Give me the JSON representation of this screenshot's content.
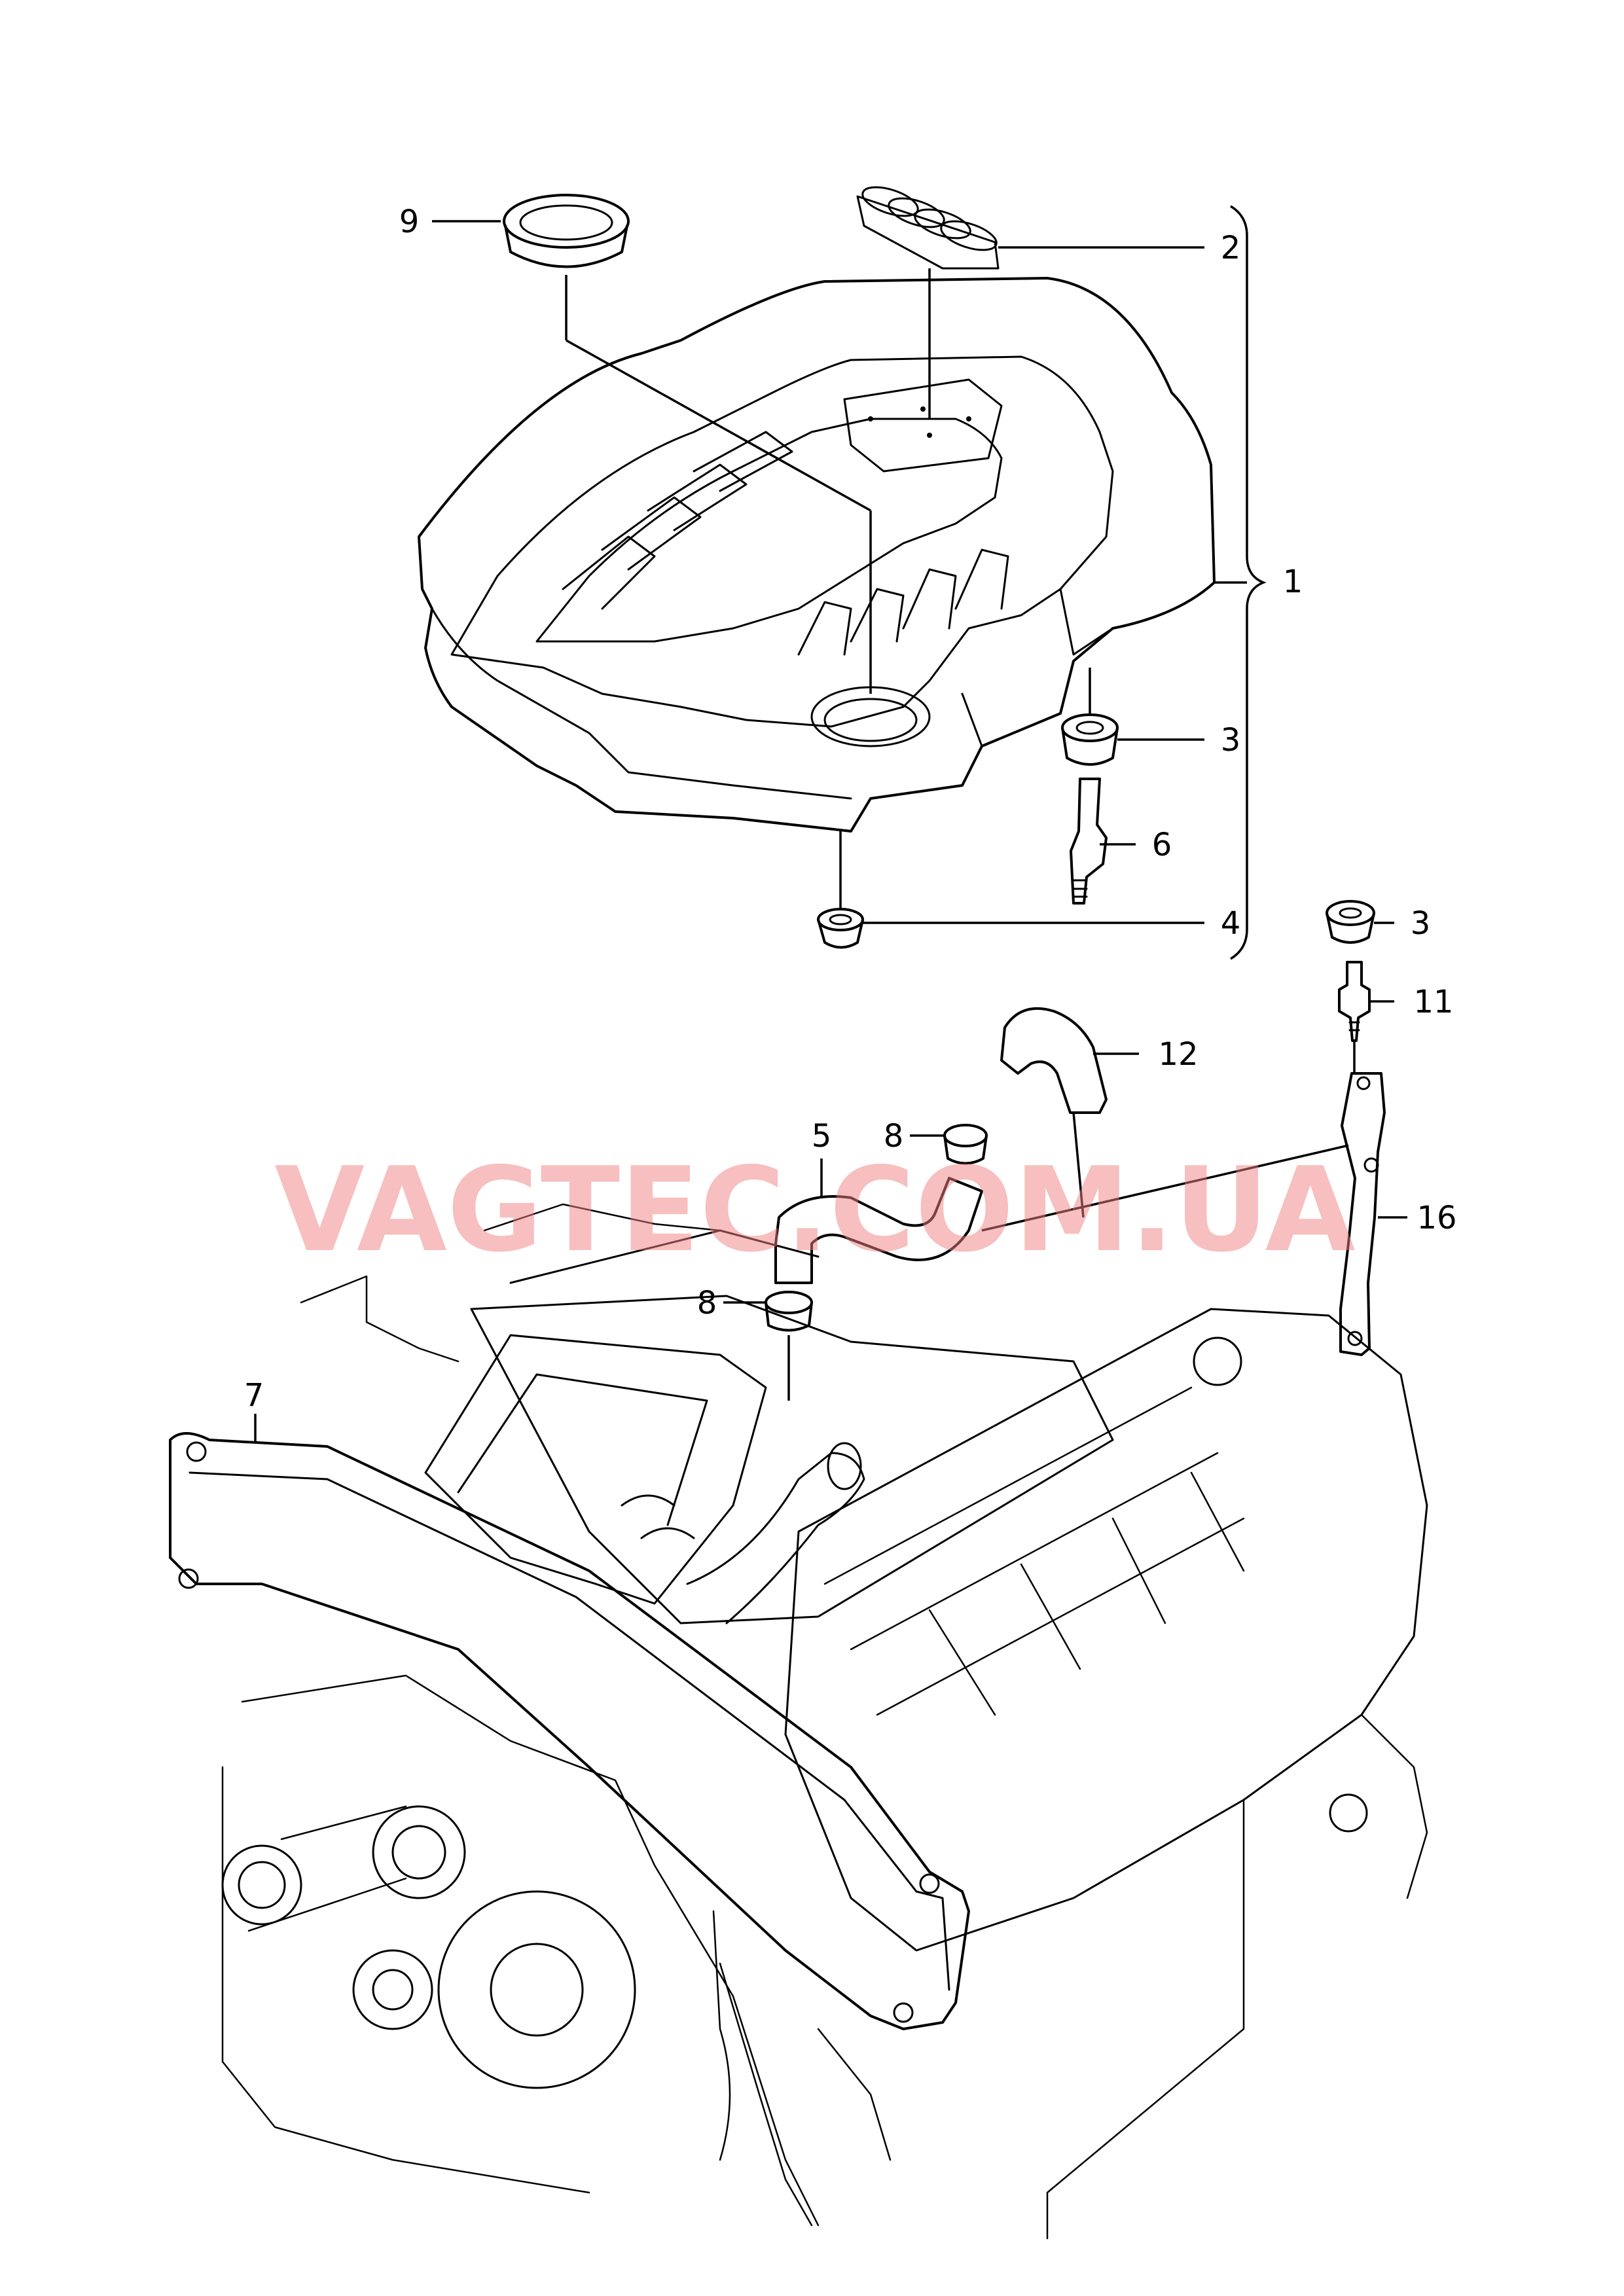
{
  "watermark": {
    "text": "VAGTEC.COM.UA",
    "color": "#f08080"
  },
  "callouts": [
    {
      "id": "c9",
      "label": "9"
    },
    {
      "id": "c2",
      "label": "2"
    },
    {
      "id": "c1",
      "label": "1"
    },
    {
      "id": "c3a",
      "label": "3"
    },
    {
      "id": "c6",
      "label": "6"
    },
    {
      "id": "c4",
      "label": "4"
    },
    {
      "id": "c3b",
      "label": "3"
    },
    {
      "id": "c11",
      "label": "11"
    },
    {
      "id": "c12",
      "label": "12"
    },
    {
      "id": "c5",
      "label": "5"
    },
    {
      "id": "c8a",
      "label": "8"
    },
    {
      "id": "c8b",
      "label": "8"
    },
    {
      "id": "c7",
      "label": "7"
    },
    {
      "id": "c16",
      "label": "16"
    }
  ]
}
